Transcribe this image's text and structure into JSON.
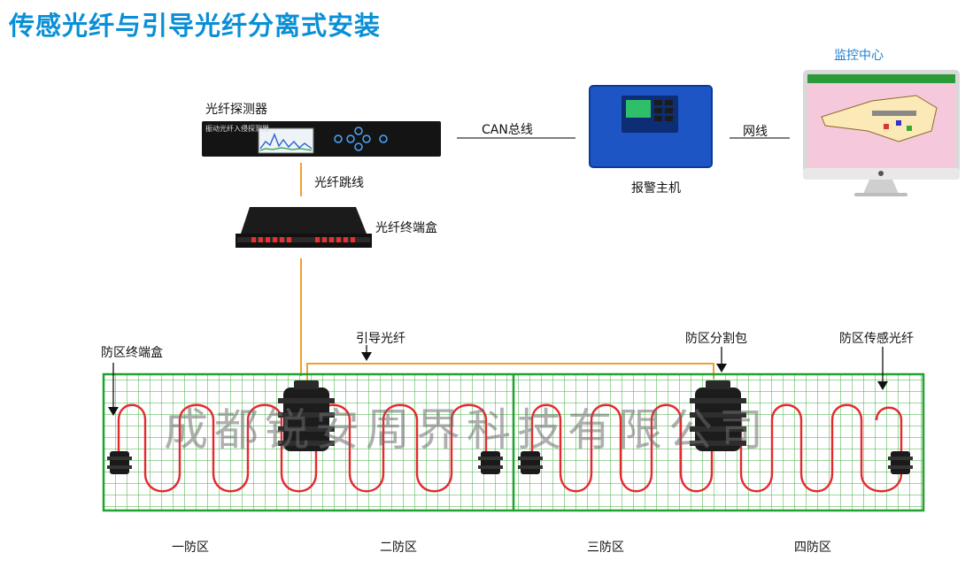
{
  "title": "传感光纤与引导光纤分离式安装",
  "labels": {
    "detector": "光纤探测器",
    "detector_screen": "振动光纤入侵探测器",
    "can_bus": "CAN总线",
    "alarm_host": "报警主机",
    "network": "网线",
    "monitor_center": "监控中心",
    "patch_cord": "光纤跳线",
    "terminal_box": "光纤终端盒",
    "guide_fiber": "引导光纤",
    "zone_splitter": "防区分割包",
    "zone_terminal_box": "防区终端盒",
    "zone_sensing_fiber": "防区传感光纤"
  },
  "zones": [
    "一防区",
    "二防区",
    "三防区",
    "四防区"
  ],
  "watermark": "成都锐安周界科技有限公司",
  "colors": {
    "title": "#0a8fd6",
    "fence": "#1fa22e",
    "sensing_fiber": "#e32b2f",
    "guide_fiber": "#f0a030",
    "alarm_host": "#1d55c4",
    "monitor_label": "#1a7fd0"
  }
}
